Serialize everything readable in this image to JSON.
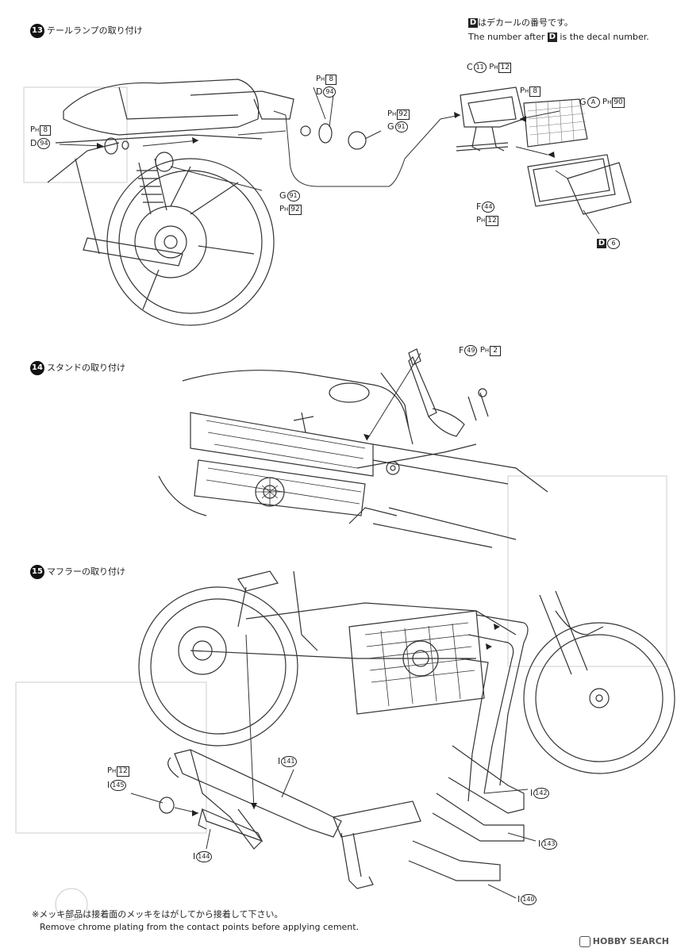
{
  "decal_note": {
    "jp": "はデカールの番号です。",
    "en_prefix": "The number after",
    "en_suffix": "is the decal number.",
    "marker": "D"
  },
  "steps": [
    {
      "num": "13",
      "title": "テールランプの取り付け"
    },
    {
      "num": "14",
      "title": "スタンドの取り付け"
    },
    {
      "num": "15",
      "title": "マフラーの取り付け"
    }
  ],
  "ph_prefix": "P",
  "ph_sub": "H",
  "parts": {
    "c11": {
      "letter": "C",
      "num": "11",
      "ph": "12"
    },
    "ph8_c": {
      "ph": "8"
    },
    "ga": {
      "letter": "G",
      "num": "A",
      "ph": "90"
    },
    "d94_top": {
      "letter": "D",
      "num": "94",
      "ph": "8"
    },
    "g91_top": {
      "letter": "G",
      "num": "91",
      "ph": "92"
    },
    "d94_left": {
      "letter": "D",
      "num": "94",
      "ph": "8"
    },
    "g91_mid": {
      "letter": "G",
      "num": "91",
      "ph": "92"
    },
    "f44": {
      "letter": "F",
      "num": "44",
      "ph": "12"
    },
    "d6": {
      "letter": "D",
      "num": "6"
    },
    "f49": {
      "letter": "F",
      "num": "49",
      "ph": "2"
    },
    "i141": {
      "letter": "I",
      "num": "141"
    },
    "i145": {
      "letter": "I",
      "num": "145",
      "ph": "12"
    },
    "i142": {
      "letter": "I",
      "num": "142"
    },
    "i143": {
      "letter": "I",
      "num": "143"
    },
    "i144": {
      "letter": "I",
      "num": "144"
    },
    "i140": {
      "letter": "I",
      "num": "140"
    }
  },
  "footer": {
    "jp": "※メッキ部品は接着面のメッキをはがしてから接着して下さい。",
    "en": "Remove chrome plating from the contact points before applying cement."
  },
  "watermark": "HOBBY SEARCH"
}
